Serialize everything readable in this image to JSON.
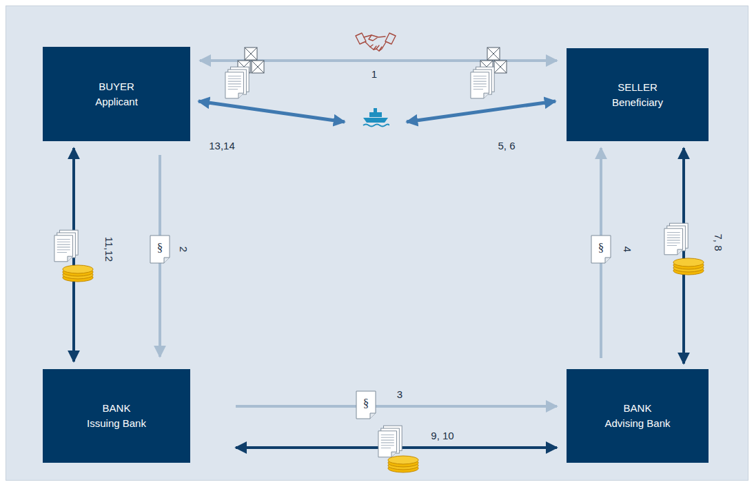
{
  "diagram": {
    "nodes": [
      {
        "text": [
          "BUYER",
          "Applicant"
        ]
      },
      {
        "text": [
          "SELLER",
          "Beneficiary"
        ]
      },
      {
        "text": [
          "BANK",
          "Issuing Bank"
        ]
      },
      {
        "text": [
          "BANK",
          "Advising Bank"
        ]
      }
    ],
    "edges": [
      {
        "from": 0,
        "to": 1,
        "arrow": "both",
        "label": "1"
      },
      {
        "from": 0,
        "to": 2,
        "arrow": "to",
        "label": "2"
      },
      {
        "from": 2,
        "to": 3,
        "arrow": "to",
        "label": "3"
      },
      {
        "from": 3,
        "to": 1,
        "arrow": "to",
        "label": "4"
      },
      {
        "from": 1,
        "to": 3,
        "arrow": "both",
        "label": "7, 8"
      },
      {
        "from": 2,
        "to": 3,
        "arrow": "both",
        "label": "9, 10"
      },
      {
        "from": 2,
        "to": 0,
        "arrow": "both",
        "label": "11,12"
      }
    ],
    "labels": [
      "13,14",
      "5, 6",
      "§",
      "§",
      "§"
    ]
  }
}
